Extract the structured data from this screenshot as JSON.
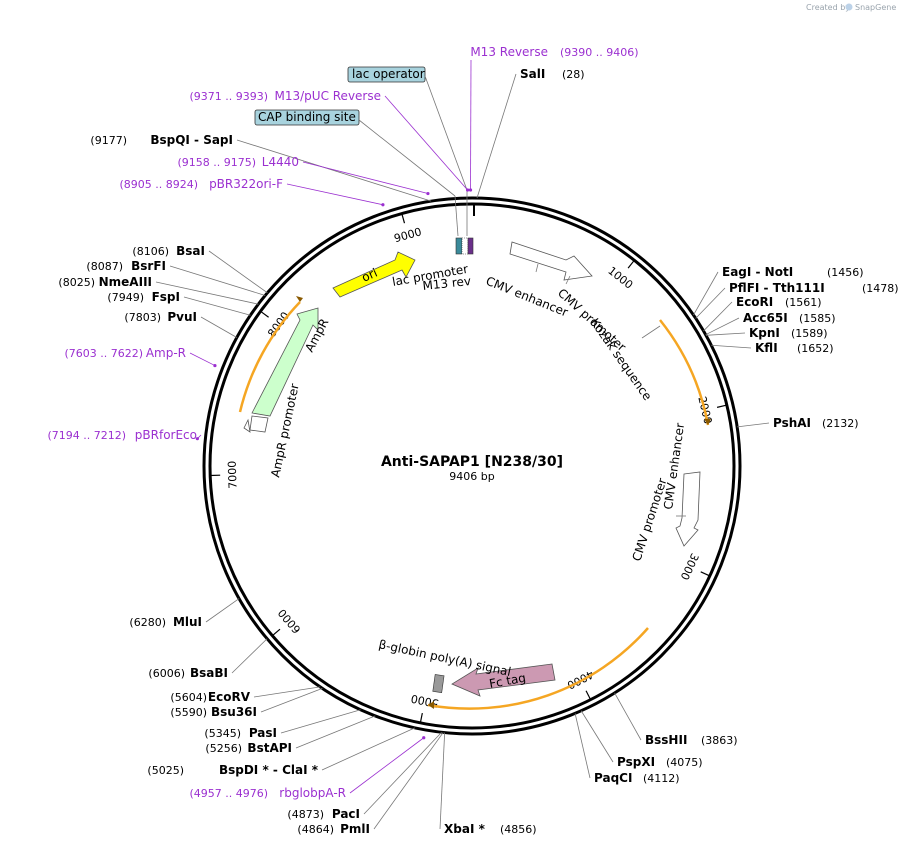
{
  "credit": {
    "prefix": "Created by",
    "brand": "SnapGene"
  },
  "plasmid": {
    "name": "Anti-SAPAP1 [N238/30]",
    "length_label": "9406 bp",
    "length": 9406
  },
  "ticks": [
    {
      "pos": 1000,
      "label": "1000"
    },
    {
      "pos": 2000,
      "label": "2000"
    },
    {
      "pos": 3000,
      "label": "3000"
    },
    {
      "pos": 4000,
      "label": "4000"
    },
    {
      "pos": 5000,
      "label": "5000"
    },
    {
      "pos": 6000,
      "label": "6000"
    },
    {
      "pos": 7000,
      "label": "7000"
    },
    {
      "pos": 8000,
      "label": "8000"
    },
    {
      "pos": 9000,
      "label": "9000"
    }
  ],
  "enzymes_right": [
    {
      "name": "SalI",
      "num": "(28)",
      "pos": 28
    },
    {
      "name": "EagI  -  NotI",
      "num": "(1456)",
      "pos": 1456
    },
    {
      "name": "PflFI  -  Tth111I",
      "num": "(1478)",
      "pos": 1478
    },
    {
      "name": "EcoRI",
      "num": "(1561)",
      "pos": 1561
    },
    {
      "name": "Acc65I",
      "num": "(1585)",
      "pos": 1585
    },
    {
      "name": "KpnI",
      "num": "(1589)",
      "pos": 1589
    },
    {
      "name": "KflI",
      "num": "(1652)",
      "pos": 1652
    },
    {
      "name": "PshAI",
      "num": "(2132)",
      "pos": 2132
    },
    {
      "name": "BssHII",
      "num": "(3863)",
      "pos": 3863
    },
    {
      "name": "PspXI",
      "num": "(4075)",
      "pos": 4075
    },
    {
      "name": "PaqCI",
      "num": "(4112)",
      "pos": 4112
    },
    {
      "name": "XbaI *",
      "num": "(4856)",
      "pos": 4856
    }
  ],
  "enzymes_left": [
    {
      "name": "PmlI",
      "num": "(4864)",
      "pos": 4864
    },
    {
      "name": "PacI",
      "num": "(4873)",
      "pos": 4873
    },
    {
      "name": "BspDI *  -  ClaI *",
      "num": "(5025)",
      "pos": 5025
    },
    {
      "name": "BstAPI",
      "num": "(5256)",
      "pos": 5256
    },
    {
      "name": "PasI",
      "num": "(5345)",
      "pos": 5345
    },
    {
      "name": "Bsu36I",
      "num": "(5590)",
      "pos": 5590
    },
    {
      "name": "EcoRV",
      "num": "(5604)",
      "pos": 5604
    },
    {
      "name": "BsaBI",
      "num": "(6006)",
      "pos": 6006
    },
    {
      "name": "MluI",
      "num": "(6280)",
      "pos": 6280
    },
    {
      "name": "PvuI",
      "num": "(7803)",
      "pos": 7803
    },
    {
      "name": "FspI",
      "num": "(7949)",
      "pos": 7949
    },
    {
      "name": "NmeAIII",
      "num": "(8025)",
      "pos": 8025
    },
    {
      "name": "BsrFI",
      "num": "(8087)",
      "pos": 8087
    },
    {
      "name": "BsaI",
      "num": "(8106)",
      "pos": 8106
    },
    {
      "name": "BspQI  -  SapI",
      "num": "(9177)",
      "pos": 9177
    }
  ],
  "primers": [
    {
      "name": "M13 Reverse",
      "range": "(9390 .. 9406)",
      "pos": 9398
    },
    {
      "name": "M13/pUC Reverse",
      "range": "(9371 .. 9393)",
      "pos": 9382
    },
    {
      "name": "L4440",
      "range": "(9158 .. 9175)",
      "pos": 9166
    },
    {
      "name": "pBR322ori-F",
      "range": "(8905 .. 8924)",
      "pos": 8914
    },
    {
      "name": "Amp-R",
      "range": "(7603 .. 7622)",
      "pos": 7612
    },
    {
      "name": "pBRforEco",
      "range": "(7194 .. 7212)",
      "pos": 7203
    },
    {
      "name": "rbglobpA-R",
      "range": "(4957 .. 4976)",
      "pos": 4966
    }
  ],
  "boxed_features": [
    {
      "name": "lac operator",
      "pos": 9340
    },
    {
      "name": "CAP binding site",
      "pos": 9280
    }
  ],
  "features": [
    {
      "name": "ori",
      "color": "#ffff00"
    },
    {
      "name": "AmpR",
      "color": "#ccffcc"
    },
    {
      "name": "AmpR promoter",
      "color": "#ffffff"
    },
    {
      "name": "CMV enhancer",
      "color": "#ffffff"
    },
    {
      "name": "CMV promoter",
      "color": "#ffffff"
    },
    {
      "name": "Kozak sequence",
      "color": "#ffffff"
    },
    {
      "name": "lac promoter",
      "color": "#ffffff"
    },
    {
      "name": "M13 rev",
      "color": "#ffffff"
    },
    {
      "name": "Fc tag",
      "color": "#cc99b2"
    },
    {
      "name": "β-globin poly(A) signal",
      "color": "#999999"
    }
  ],
  "colors": {
    "orf": "#f5a623",
    "primer": "#9b30d0",
    "backbone": "#000000"
  }
}
